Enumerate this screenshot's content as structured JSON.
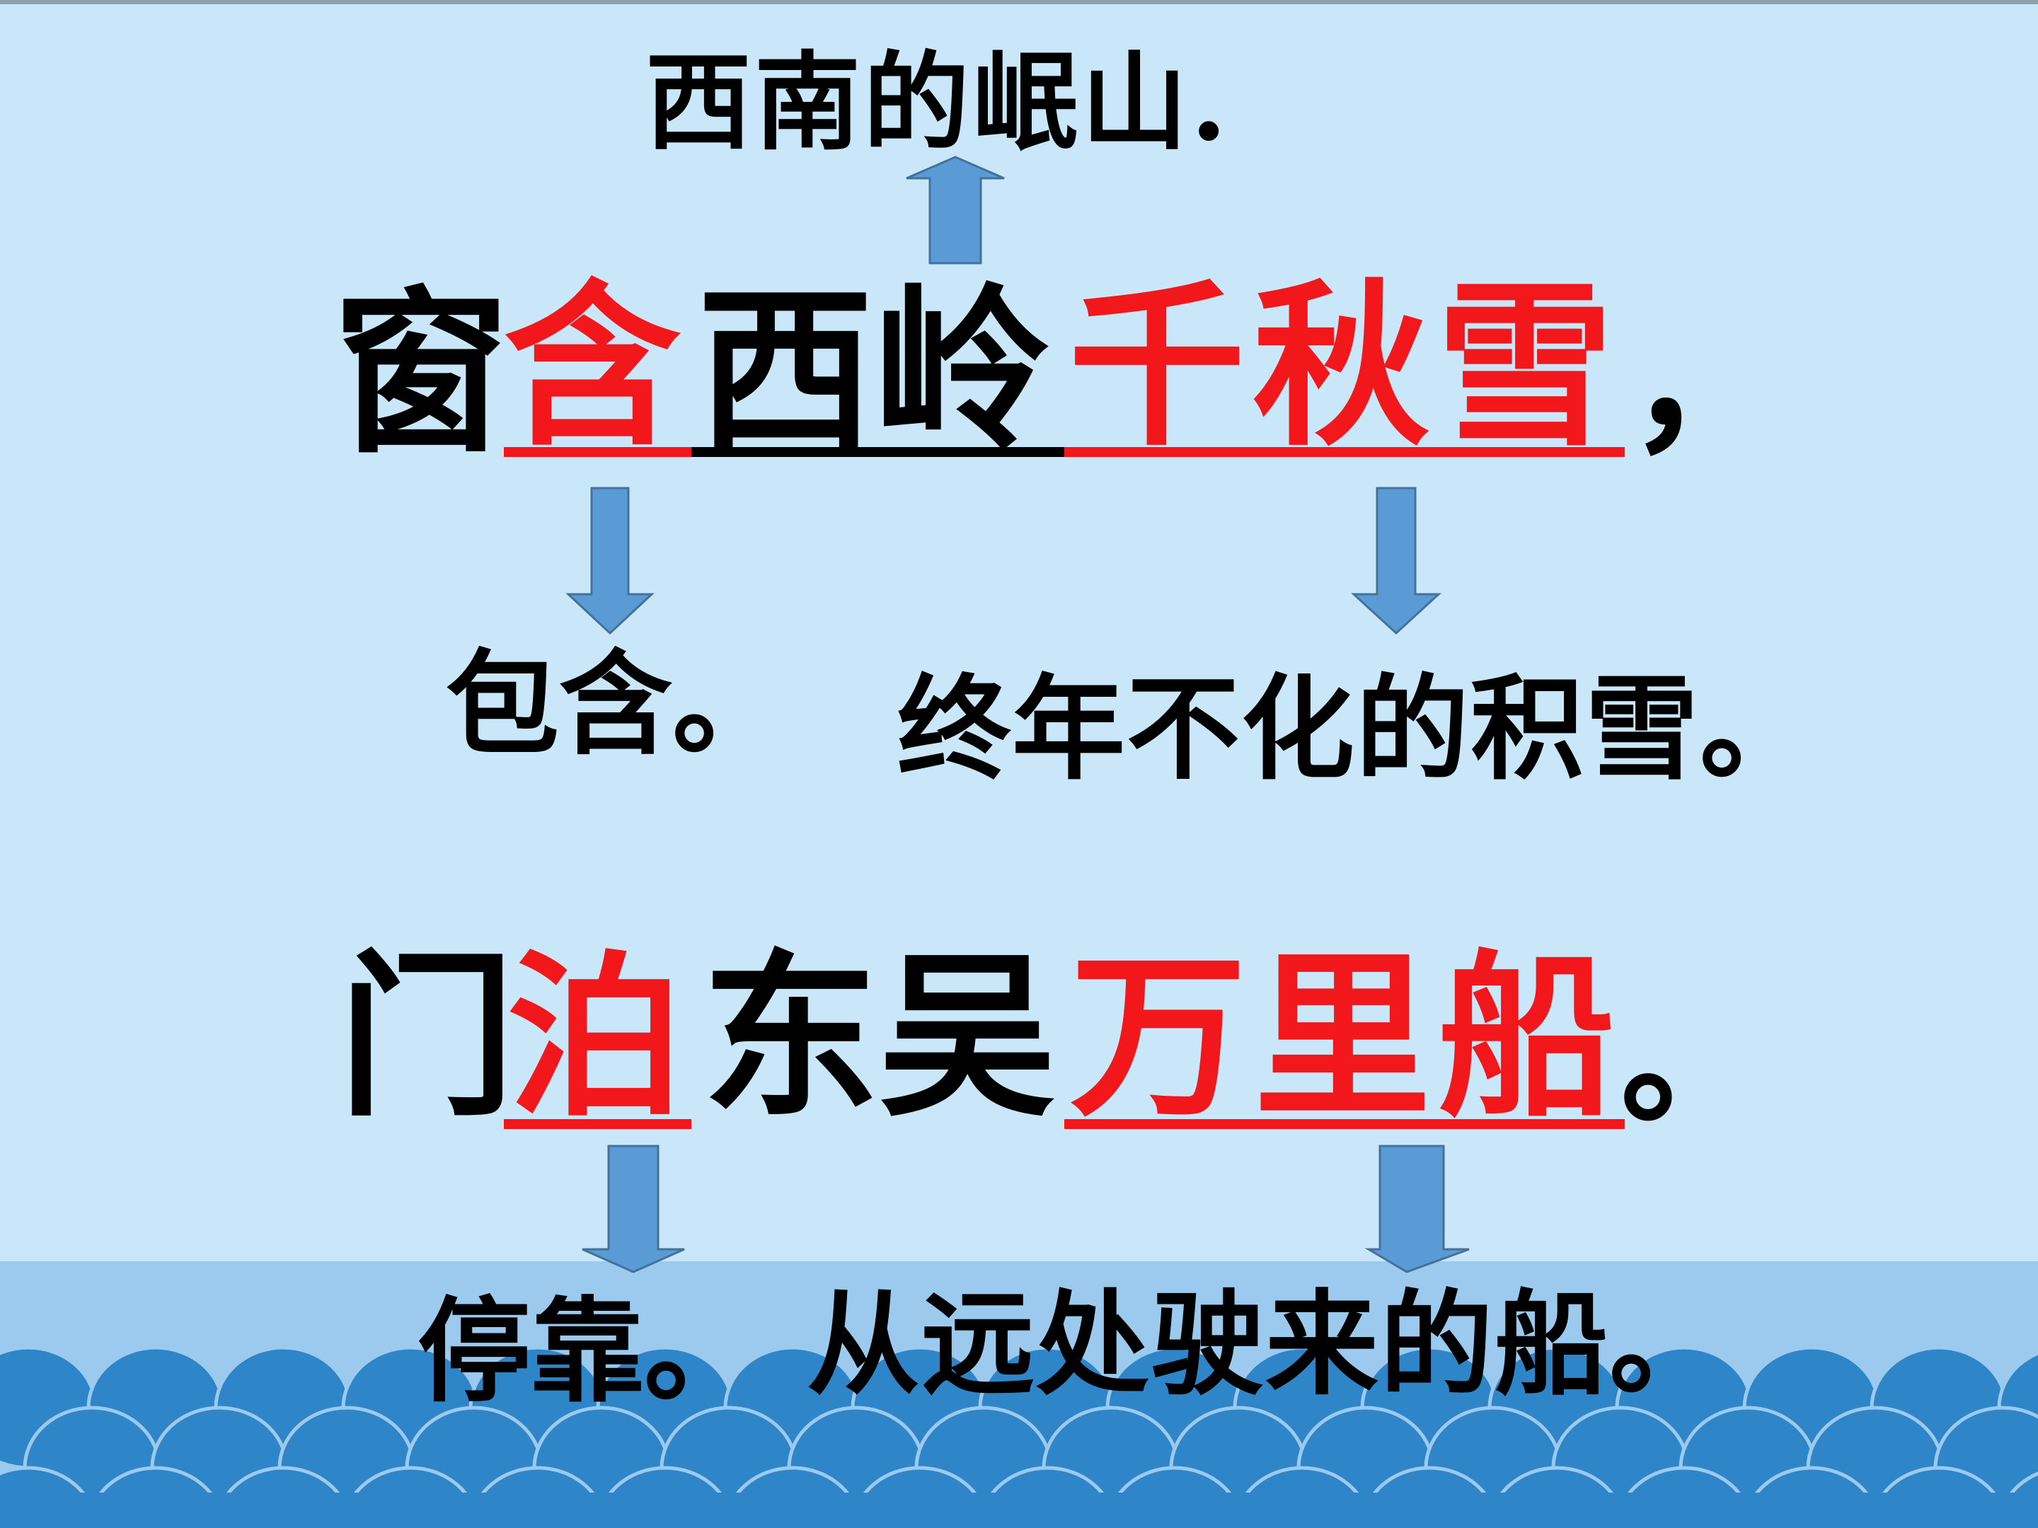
{
  "top_note": "西南的岷山.",
  "line1": {
    "c1": "窗",
    "c2": "含",
    "c3": "西岭",
    "c4": "千秋雪",
    "c5": "，"
  },
  "explain1": {
    "left": "包含。",
    "right": "终年不化的积雪。"
  },
  "line2": {
    "c1": "门",
    "c2": "泊",
    "c3": "东吴",
    "c4": "万里船",
    "c5": "。"
  },
  "explain2": {
    "left": "停靠。",
    "right": "从远处驶来的船。"
  },
  "colors": {
    "background": "#c9e7f8",
    "highlight_red": "#f2171b",
    "arrow_fill": "#5b9bd5",
    "arrow_stroke": "#41719c",
    "wave": "#2e86c8",
    "wave_band": "#9ccaee"
  }
}
